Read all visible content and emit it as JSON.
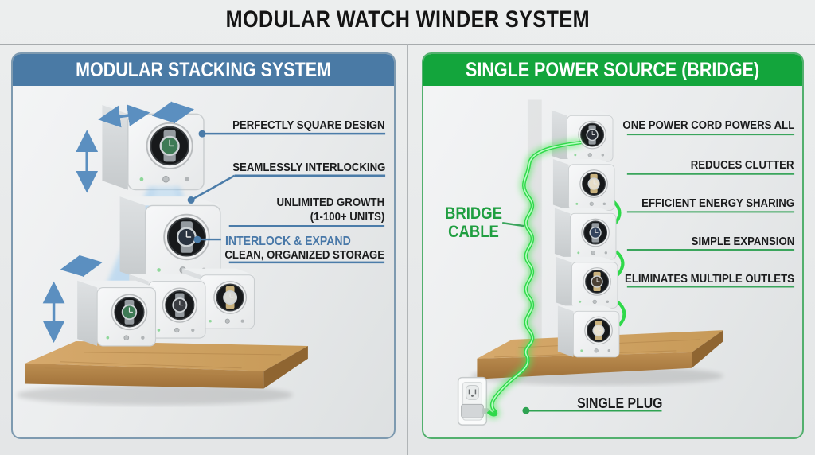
{
  "title": "MODULAR WATCH WINDER SYSTEM",
  "left_panel": {
    "header": "MODULAR STACKING SYSTEM",
    "header_bg": "#4a7aa5",
    "border_color": "#7e9ab0",
    "line_color": "#4b7ca9",
    "annotations": {
      "square": "PERFECTLY SQUARE DESIGN",
      "interlocking": "SEAMLESSLY INTERLOCKING",
      "growth_line1": "UNLIMITED GROWTH",
      "growth_line2": "(1-100+ UNITS)",
      "interlock_expand": "INTERLOCK & EXPAND",
      "storage": "CLEAN, ORGANIZED STORAGE"
    }
  },
  "right_panel": {
    "header": "SINGLE POWER SOURCE (BRIDGE)",
    "header_bg": "#13a53c",
    "border_color": "#53b06e",
    "line_color": "#3aa55c",
    "cable_label_line1": "BRIDGE",
    "cable_label_line2": "CABLE",
    "annotations": {
      "power_all": "ONE POWER CORD POWERS ALL",
      "clutter": "REDUCES CLUTTER",
      "energy": "EFFICIENT ENERGY SHARING",
      "expansion": "SIMPLE EXPANSION",
      "outlets": "ELIMINATES MULTIPLE OUTLETS"
    },
    "plug_label": "SINGLE PLUG",
    "cable_color": "#2fd94a"
  }
}
